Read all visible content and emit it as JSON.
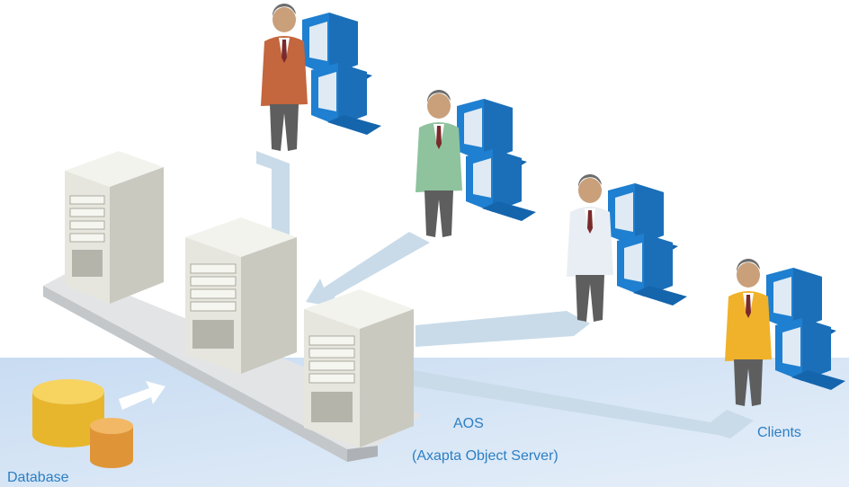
{
  "labels": {
    "aos": "AOS",
    "aos_full": "(Axapta Object Server)",
    "clients": "Clients",
    "database": "Database"
  },
  "colors": {
    "label": "#2b7fc4",
    "floor": "#cfe0f3",
    "flow_arrow": "#c9dbe9",
    "platform": "#e1e3e5",
    "server_front": "#e9e9e2",
    "server_side": "#c9c9c0",
    "monitor": "#1f7fd0",
    "database": "#f0c33a",
    "database_small": "#eaa24a"
  },
  "clients": [
    {
      "name": "client-brown",
      "jacket": "#c4663e"
    },
    {
      "name": "client-green",
      "jacket": "#8ec39d"
    },
    {
      "name": "client-white",
      "jacket": "#e8eef3"
    },
    {
      "name": "client-yellow",
      "jacket": "#f0b22a"
    }
  ],
  "servers": [
    {
      "name": "database-server"
    },
    {
      "name": "middle-server"
    },
    {
      "name": "aos-server"
    }
  ]
}
